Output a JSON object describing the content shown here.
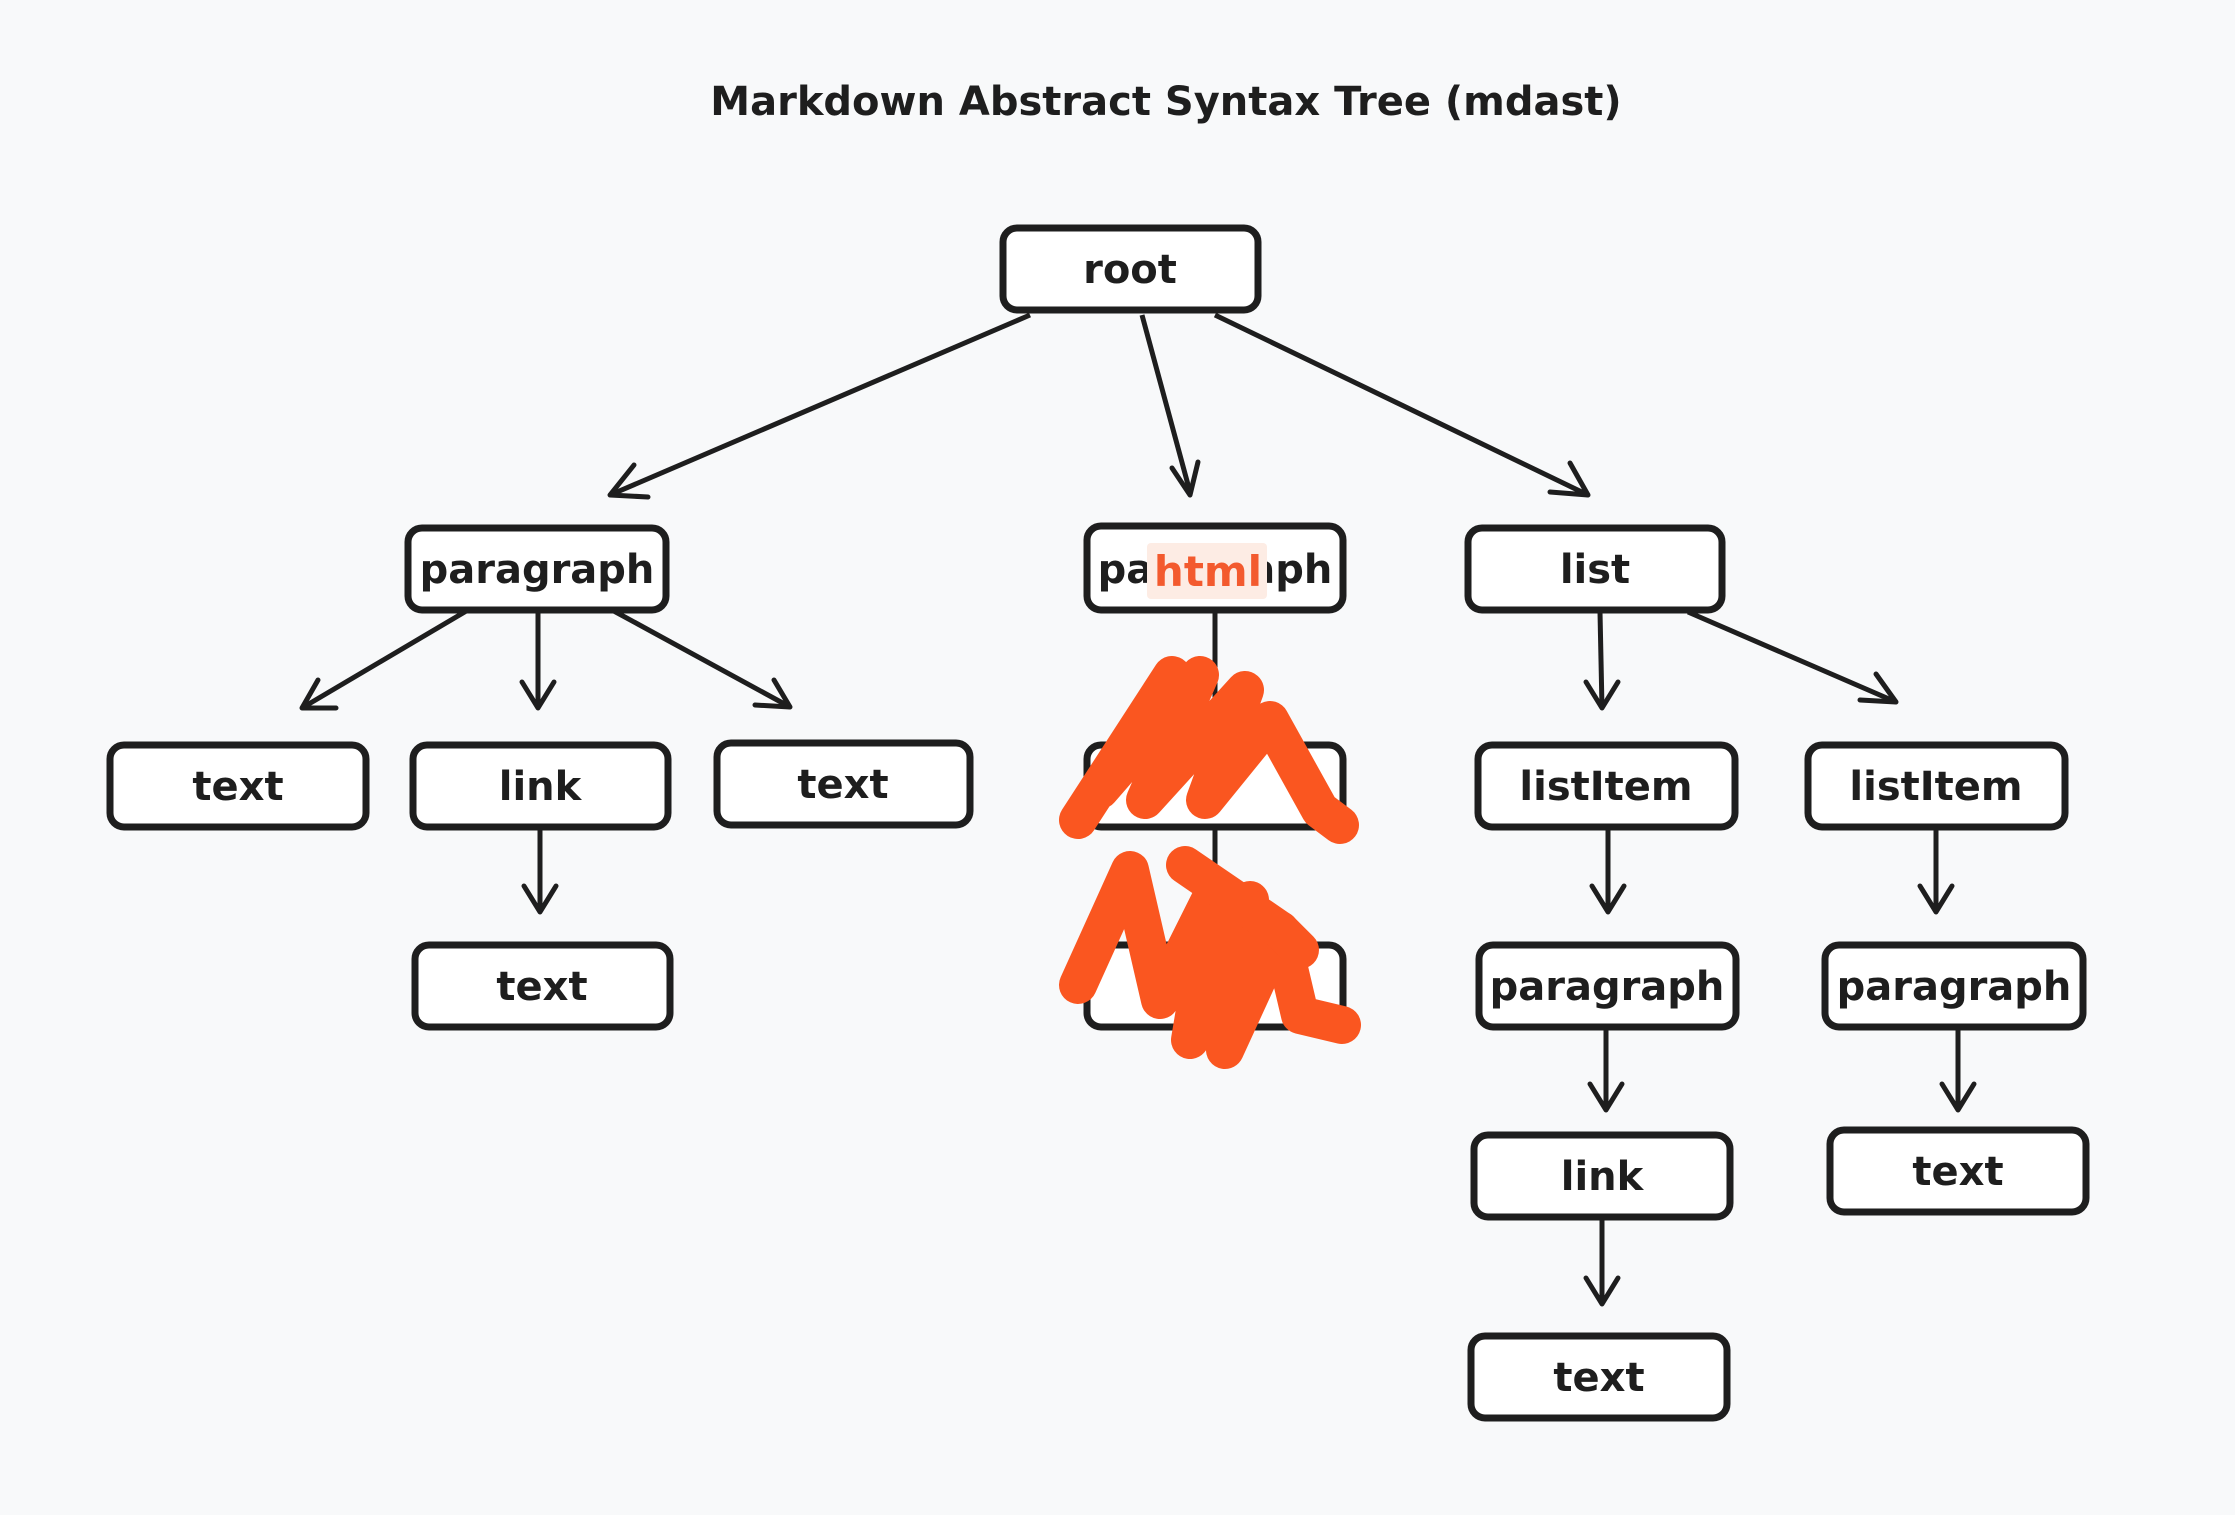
{
  "title": "Markdown Abstract  Syntax Tree (mdast)",
  "nodes": {
    "root": "root",
    "p1": "paragraph",
    "p2": "paragraph",
    "list": "list",
    "p1_text1": "text",
    "p1_link": "link",
    "p1_text2": "text",
    "p1_link_text": "text",
    "list_item1": "listItem",
    "list_item2": "listItem",
    "li1_paragraph": "paragraph",
    "li2_paragraph": "paragraph",
    "li1_link": "link",
    "li2_text": "text",
    "li1_link_text": "text"
  },
  "overlay": {
    "label": "html",
    "color": "#fa5620"
  }
}
